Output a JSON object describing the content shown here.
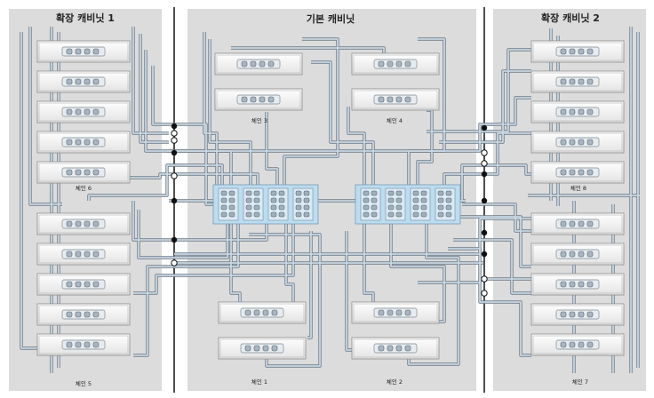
{
  "cabinets": {
    "left": {
      "title": "확장 캐비닛 1"
    },
    "center": {
      "title": "기본 캐비닛"
    },
    "right": {
      "title": "확장 캐비닛 2"
    }
  },
  "chains": {
    "c1": "체인 1",
    "c2": "체인 2",
    "c3": "체인 3",
    "c4": "체인 4",
    "c5": "체인 5",
    "c6": "체인 6",
    "c7": "체인 7",
    "c8": "체인 8"
  },
  "colors": {
    "panel": "#dcdcdc",
    "tray": "#f4f4f4",
    "cable_outer": "#707c88",
    "cable_inner": "#c9d7e2",
    "controller": "#bcdcf0"
  }
}
